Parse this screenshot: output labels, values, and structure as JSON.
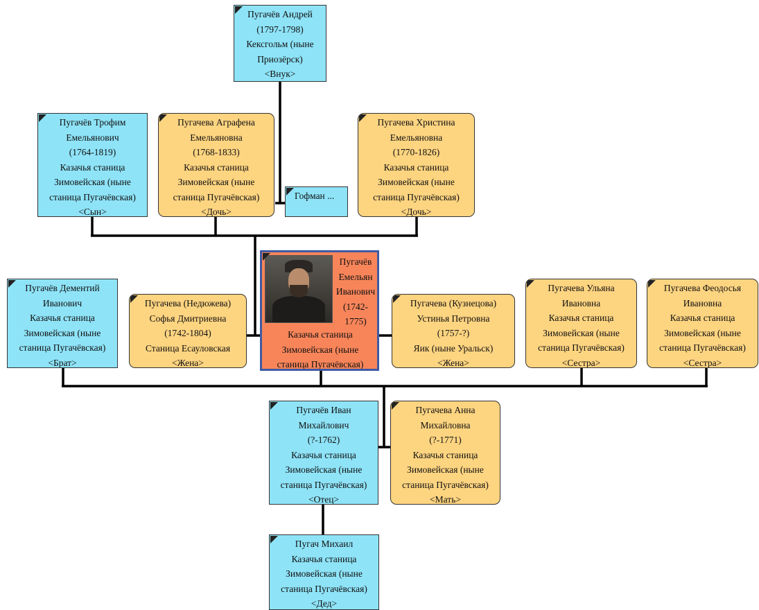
{
  "nodes": {
    "andrey": {
      "name": "Пугачёв Андрей",
      "lines": [
        "(1797-1798)",
        "Кексгольм (ныне",
        "Приозёрск)",
        "<Внук>"
      ]
    },
    "trofim": {
      "name": "Пугачёв Трофим",
      "lines": [
        "Емельянович",
        "(1764-1819)",
        "Казачья станица",
        "Зимовейская (ныне",
        "станица Пугачёвская)",
        "<Сын>"
      ]
    },
    "agrafena": {
      "name": "Пугачева Аграфена",
      "lines": [
        "Емельяновна",
        "(1768-1833)",
        "Казачья станица",
        "Зимовейская (ныне",
        "станица Пугачёвская)",
        "<Дочь>"
      ]
    },
    "gofman": {
      "name": "Гофман ...",
      "lines": []
    },
    "hristina": {
      "name": "Пугачева Христина",
      "lines": [
        "Емельяновна",
        "(1770-1826)",
        "Казачья станица",
        "Зимовейская (ныне",
        "станица Пугачёвская)",
        "<Дочь>"
      ]
    },
    "dementiy": {
      "name": "Пугачёв Дементий",
      "lines": [
        "Иванович",
        "Казачья станица",
        "Зимовейская (ныне",
        "станица Пугачёвская)",
        "<Брат>"
      ]
    },
    "sofya": {
      "name": "Пугачева (Недюжева)",
      "lines": [
        "Софья Дмитриевна",
        "(1742-1804)",
        "Станица Есауловская",
        "<Жена>"
      ]
    },
    "emelyan": {
      "name": [
        "Пугачёв",
        "Емельян",
        "Иванович",
        "(1742-",
        "1775)"
      ],
      "lines": [
        "Казачья станица",
        "Зимовейская (ныне",
        "станица Пугачёвская)"
      ]
    },
    "ustinya": {
      "name": "Пугачева (Кузнецова)",
      "lines": [
        "Устинья Петровна",
        "(1757-?)",
        "Яик (ныне Уральск)",
        "<Жена>"
      ]
    },
    "ulyana": {
      "name": "Пугачева Ульяна",
      "lines": [
        "Ивановна",
        "Казачья станица",
        "Зимовейская (ныне",
        "станица Пугачёвская)",
        "<Сестра>"
      ]
    },
    "feodosya": {
      "name": "Пугачева Феодосья",
      "lines": [
        "Ивановна",
        "Казачья станица",
        "Зимовейская (ныне",
        "станица Пугачёвская)",
        "<Сестра>"
      ]
    },
    "ivan": {
      "name": "Пугачёв Иван",
      "lines": [
        "Михайлович",
        "(?-1762)",
        "Казачья станица",
        "Зимовейская (ныне",
        "станица Пугачёвская)",
        "<Отец>"
      ]
    },
    "anna": {
      "name": "Пугачева Анна",
      "lines": [
        "Михайловна",
        "(?-1771)",
        "Казачья станица",
        "Зимовейская (ныне",
        "станица Пугачёвская)",
        "<Мать>"
      ]
    },
    "mihail": {
      "name": "Пугач Михаил",
      "lines": [
        "Казачья станица",
        "Зимовейская (ныне",
        "станица Пугачёвская)",
        "<Дед>"
      ]
    }
  },
  "colors": {
    "male": "#8ee3f7",
    "female": "#fdd480",
    "main": "#f8855a",
    "main_border": "#3f5aa3",
    "connector": "#000000"
  }
}
